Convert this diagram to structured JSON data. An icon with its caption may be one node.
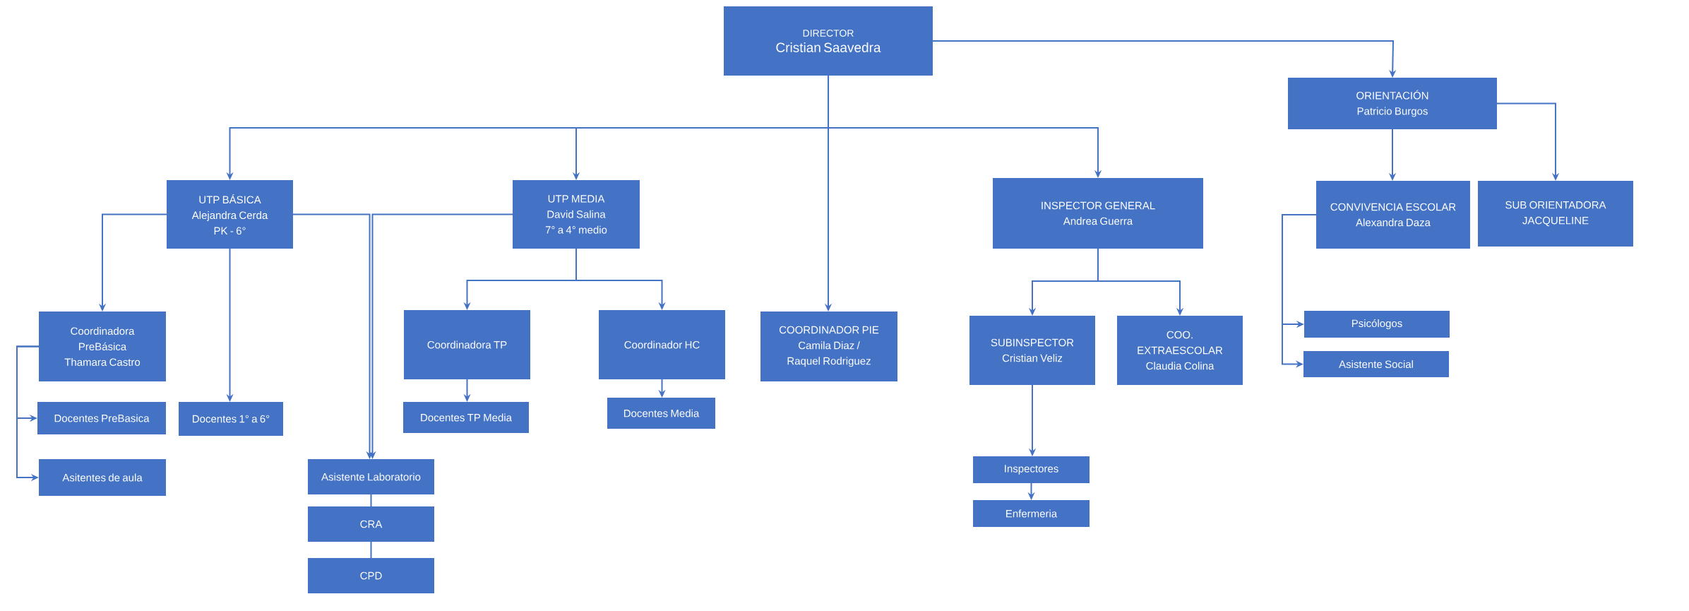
{
  "diagram": {
    "nodes": [
      {
        "text": [
          "DIRECTOR",
          "Cristian Saavedra"
        ]
      },
      {
        "text": [
          "ORIENTACIÓN",
          "Patricio Burgos"
        ]
      },
      {
        "text": [
          "UTP BÁSICA",
          "Alejandra  Cerda",
          "PK - 6°"
        ]
      },
      {
        "text": [
          "UTP MEDIA",
          "David Salina",
          "7° a 4° medio"
        ]
      },
      {
        "text": [
          "INSPECTOR GENERAL",
          "Andrea  Guerra"
        ]
      },
      {
        "text": [
          "CONVIVENCIA ESCOLAR",
          "Alexandra  Daza"
        ]
      },
      {
        "text": [
          "SUB ORIENTADORA JACQUELINE"
        ]
      },
      {
        "text": [
          "Coordinadora PreBásica",
          "Thamara  Castro"
        ]
      },
      {
        "text": [
          "Docentes 1° a 6°"
        ]
      },
      {
        "text": [
          "Coordinadora TP"
        ]
      },
      {
        "text": [
          "Coordinador  HC"
        ]
      },
      {
        "text": [
          "COORDINADOR PIE",
          "Camila Diaz / Raquel Rodriguez"
        ]
      },
      {
        "text": [
          "SUBINSPECTOR",
          "Cristian Veliz"
        ]
      },
      {
        "text": [
          "COO. EXTRAESCOLAR",
          "Claudia Colina"
        ]
      },
      {
        "text": [
          "Psicólogos"
        ]
      },
      {
        "text": [
          "Asistente  Social"
        ]
      },
      {
        "text": [
          "Docentes PreBasica"
        ]
      },
      {
        "text": [
          "Asitentes de aula"
        ]
      },
      {
        "text": [
          "Docentes TP  Media"
        ]
      },
      {
        "text": [
          "Docentes Media"
        ]
      },
      {
        "text": [
          "Asistente Laboratorio"
        ]
      },
      {
        "text": [
          "CRA"
        ]
      },
      {
        "text": [
          "CPD"
        ]
      },
      {
        "text": [
          "Inspectores"
        ]
      },
      {
        "text": [
          "Enfermeria"
        ]
      }
    ],
    "edges": [
      {
        "from": 0,
        "to": 1,
        "arrow": "to"
      },
      {
        "from": 0,
        "to": 2,
        "arrow": "to"
      },
      {
        "from": 0,
        "to": 3,
        "arrow": "to"
      },
      {
        "from": 0,
        "to": 11,
        "arrow": "to"
      },
      {
        "from": 0,
        "to": 4,
        "arrow": "to"
      },
      {
        "from": 1,
        "to": 5,
        "arrow": "to"
      },
      {
        "from": 1,
        "to": 6,
        "arrow": "to"
      },
      {
        "from": 2,
        "to": 7,
        "arrow": "to"
      },
      {
        "from": 2,
        "to": 8,
        "arrow": "to"
      },
      {
        "from": 2,
        "to": 20,
        "arrow": "to"
      },
      {
        "from": 3,
        "to": 20,
        "arrow": "to"
      },
      {
        "from": 3,
        "to": 9,
        "arrow": "to"
      },
      {
        "from": 3,
        "to": 10,
        "arrow": "to"
      },
      {
        "from": 9,
        "to": 18,
        "arrow": "to"
      },
      {
        "from": 10,
        "to": 19,
        "arrow": "to"
      },
      {
        "from": 7,
        "to": 16,
        "arrow": "to"
      },
      {
        "from": 7,
        "to": 17,
        "arrow": "to"
      },
      {
        "from": 20,
        "to": 21,
        "arrow": "none"
      },
      {
        "from": 21,
        "to": 22,
        "arrow": "none"
      },
      {
        "from": 4,
        "to": 12,
        "arrow": "to"
      },
      {
        "from": 4,
        "to": 13,
        "arrow": "to"
      },
      {
        "from": 12,
        "to": 23,
        "arrow": "to"
      },
      {
        "from": 23,
        "to": 24,
        "arrow": "to"
      },
      {
        "from": 5,
        "to": 14,
        "arrow": "to"
      },
      {
        "from": 5,
        "to": 15,
        "arrow": "to"
      }
    ]
  }
}
